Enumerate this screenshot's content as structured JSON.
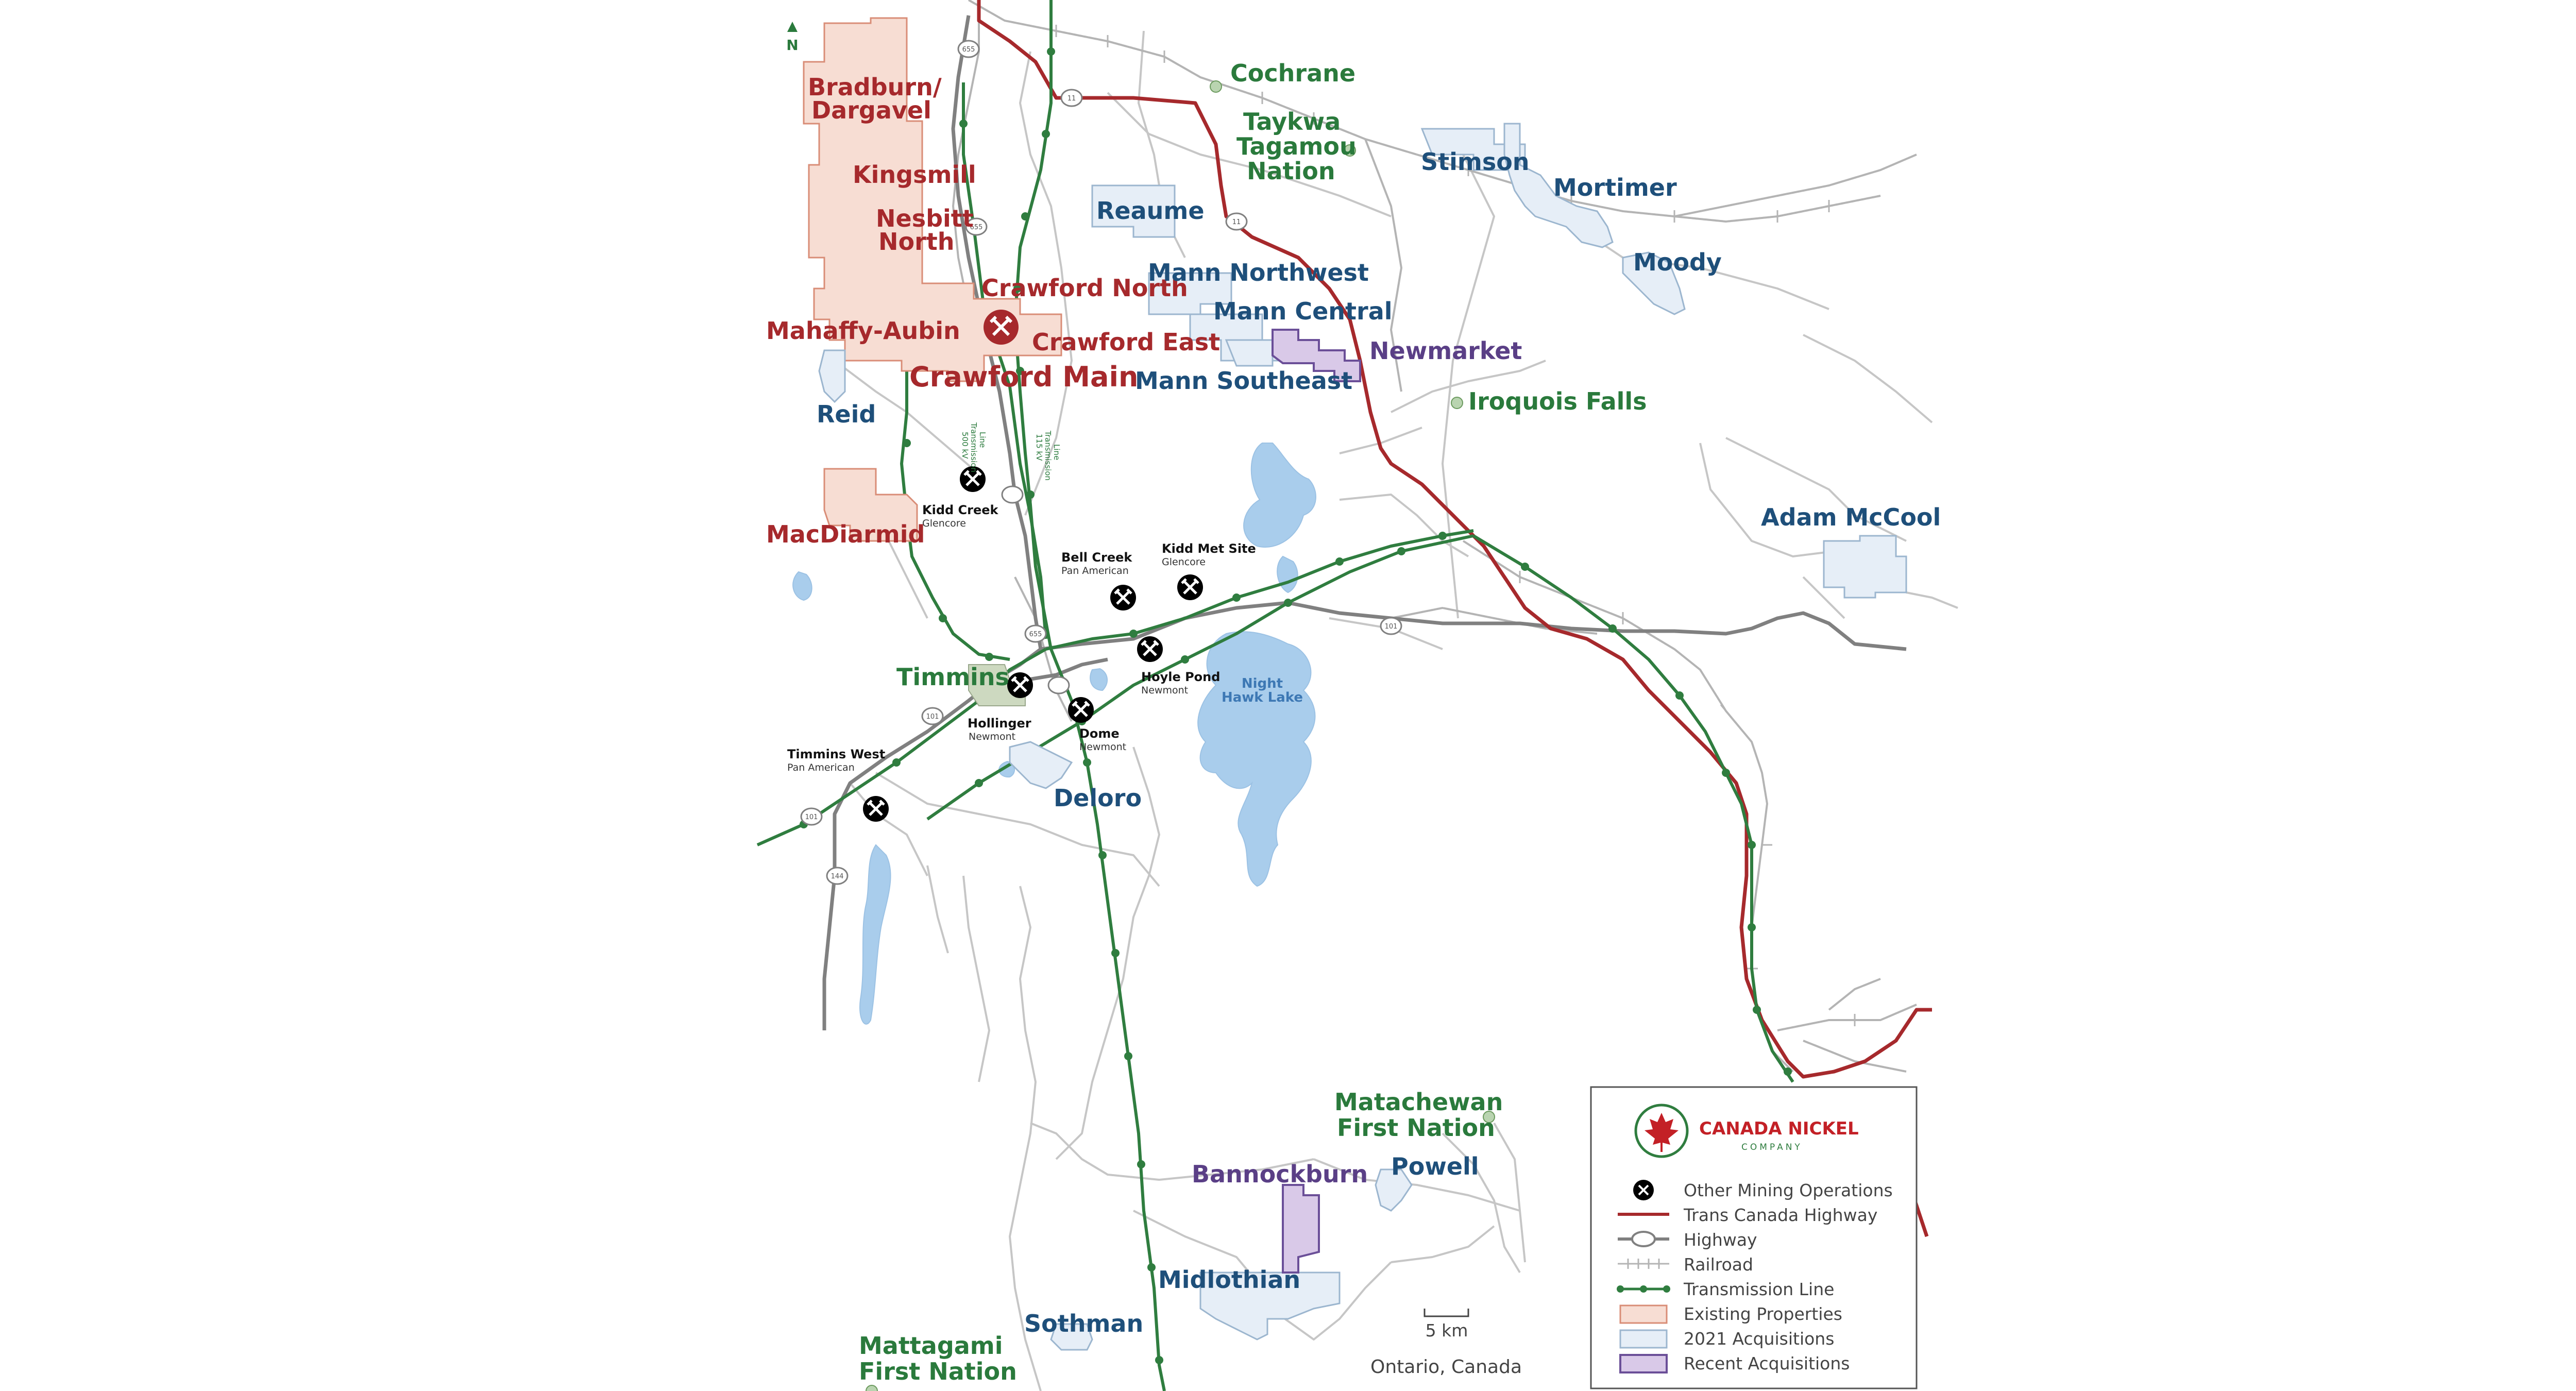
{
  "north_label": "N",
  "logo": {
    "brand": "CANADA NICKEL",
    "sub": "COMPANY"
  },
  "legend": {
    "items": [
      {
        "label": "Other Mining Operations"
      },
      {
        "label": "Trans Canada Highway"
      },
      {
        "label": "Highway"
      },
      {
        "label": "Railroad"
      },
      {
        "label": "Transmission Line"
      },
      {
        "label": "Existing Properties"
      },
      {
        "label": "2021 Acquisitions"
      },
      {
        "label": "Recent Acquisitions"
      }
    ]
  },
  "colors": {
    "existing_fill": "#f7ddd3",
    "existing_stroke": "#d98d77",
    "acq2021_fill": "#e6eef7",
    "acq2021_stroke": "#9cb6cf",
    "recent_fill": "#d9c9e8",
    "recent_stroke": "#6b4f98",
    "trans_canada": "#a6292c",
    "highway": "#808080",
    "railroad": "#b4b4b4",
    "transmission": "#2f7d3f",
    "water": "#a9cdec",
    "city": "#cdd9c0"
  },
  "scale_bar": "5 km",
  "region_label": "Ontario, Canada",
  "properties": {
    "existing": [
      "Bradburn/",
      "Dargavel",
      "Kingsmill",
      "Nesbitt",
      "North",
      "Crawford North",
      "Crawford East",
      "Mahaffy-Aubin",
      "Crawford Main",
      "MacDiarmid"
    ],
    "acquisitions_2021": [
      "Reid",
      "Reaume",
      "Mann Northwest",
      "Mann Central",
      "Mann Southeast",
      "Stimson",
      "Mortimer",
      "Moody",
      "Adam McCool",
      "Deloro",
      "Powell",
      "Midlothian",
      "Sothman"
    ],
    "recent": [
      "Newmarket",
      "Bannockburn"
    ]
  },
  "places": [
    "Cochrane",
    "Taykwa",
    "Tagamou",
    "Nation",
    "Iroquois Falls",
    "Timmins",
    "Matachewan",
    "First Nation",
    "Mattagami",
    "First Nation"
  ],
  "mines": [
    {
      "name": "Kidd Creek",
      "owner": "Glencore"
    },
    {
      "name": "Bell Creek",
      "owner": "Pan American"
    },
    {
      "name": "Kidd Met Site",
      "owner": "Glencore"
    },
    {
      "name": "Hoyle Pond",
      "owner": "Newmont"
    },
    {
      "name": "Hollinger",
      "owner": "Newmont"
    },
    {
      "name": "Dome",
      "owner": "Newmont"
    },
    {
      "name": "Timmins West",
      "owner": "Pan American"
    }
  ],
  "lake": [
    "Night",
    "Hawk Lake"
  ],
  "transmission_labels": [
    "500 kV",
    "Transmission",
    "Line",
    "115 kV",
    "Transmission",
    "Line"
  ],
  "road_shields": [
    "655",
    "11",
    "655",
    "11",
    "101",
    "101",
    "101",
    "144",
    "655"
  ]
}
